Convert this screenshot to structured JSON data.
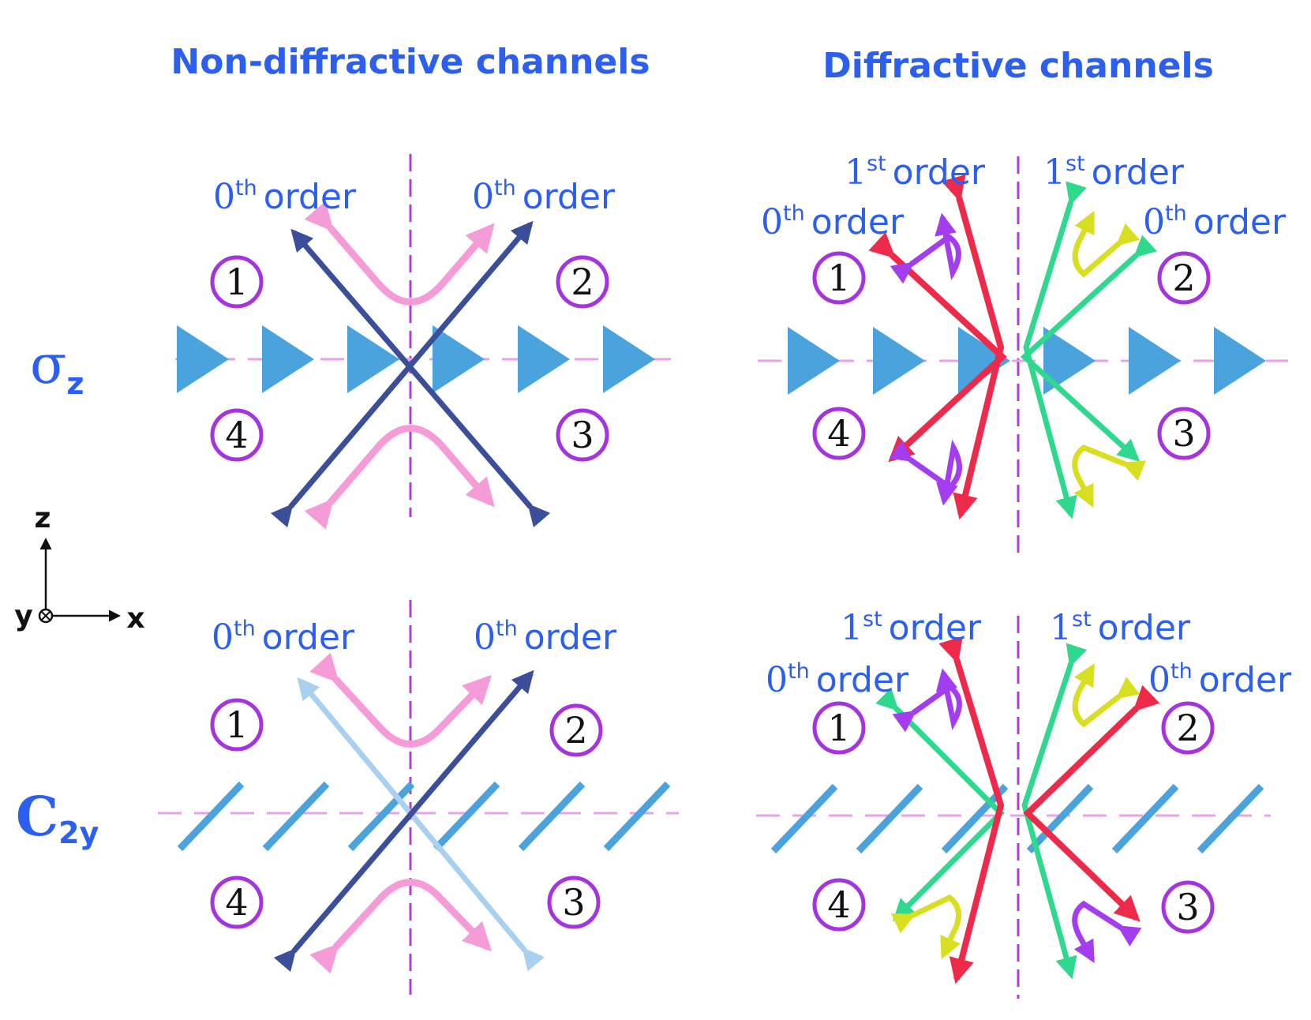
{
  "headings": {
    "left": "Non-diffractive channels",
    "right": "Diffractive channels"
  },
  "symmetry": {
    "top": {
      "main": "σ",
      "sub": "z"
    },
    "bottom": {
      "main": "C",
      "sub": "2y"
    }
  },
  "order_labels": {
    "zeroth": {
      "num": "0",
      "sup": "th",
      "word": "order"
    },
    "first": {
      "num": "1",
      "sup": "st",
      "word": "order"
    }
  },
  "channel_numbers": [
    "1",
    "2",
    "3",
    "4"
  ],
  "axes": {
    "vertical": "z",
    "horizontal": "x",
    "out_of_plane": "y"
  },
  "colors": {
    "label_blue": "#2c5ff0",
    "navy_arrow": "#3a4e9a",
    "light_blue_arrow": "#a9d0ee",
    "pink_arrow": "#f59bd8",
    "red_arrow": "#ee2a4a",
    "green_arrow": "#2ed98e",
    "purple_arrow": "#a43cf0",
    "yellow_arrow": "#d8df20",
    "scatterer_blue": "#4aa3dc",
    "dashed_purple": "#b03cd0",
    "dashed_pink": "#e8a2ec",
    "circle_purple": "#a534e0"
  }
}
